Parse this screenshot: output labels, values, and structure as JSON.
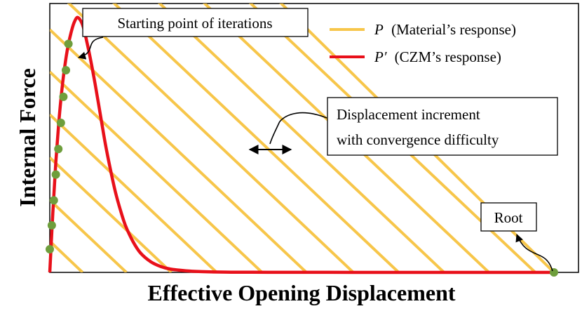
{
  "chart_data": {
    "type": "line",
    "title": "",
    "xlabel": "Effective Opening Displacement",
    "ylabel": "Internal Force",
    "xlim": [
      0,
      1
    ],
    "ylim": [
      0,
      1
    ],
    "grid": false,
    "legend_position": "top-right",
    "series": [
      {
        "name": "P (Material’s response)",
        "legend_symbol": "P",
        "legend_desc": "(Material’s response)",
        "color": "#F7C64A",
        "kind": "family of parallel lines",
        "lines": [
          {
            "x": [
              0,
              0.065
            ],
            "y": [
              0.116,
              0
            ]
          },
          {
            "x": [
              0,
              0.152
            ],
            "y": [
              0.269,
              0
            ]
          },
          {
            "x": [
              0,
              0.241
            ],
            "y": [
              0.427,
              0
            ]
          },
          {
            "x": [
              0,
              0.331
            ],
            "y": [
              0.587,
              0
            ]
          },
          {
            "x": [
              0,
              0.421
            ],
            "y": [
              0.746,
              0
            ]
          },
          {
            "x": [
              0,
              0.509
            ],
            "y": [
              0.903,
              0
            ]
          },
          {
            "x": [
              0,
              0.602
            ],
            "y": [
              1.068,
              0
            ]
          },
          {
            "x": [
              0,
              0.692
            ],
            "y": [
              1.227,
              0
            ]
          },
          {
            "x": [
              0,
              0.782
            ],
            "y": [
              1.387,
              0
            ]
          },
          {
            "x": [
              0,
              0.871
            ],
            "y": [
              1.545,
              0
            ]
          },
          {
            "x": [
              0,
              0.963
            ],
            "y": [
              1.707,
              0
            ]
          },
          {
            "x": [
              0.04,
              1.0
            ],
            "y": [
              1.775,
              0
            ]
          }
        ]
      },
      {
        "name": "P′ (CZM’s response)",
        "legend_symbol": "P′",
        "legend_desc": "(CZM’s response)",
        "color": "#E8101A",
        "kind": "curve",
        "x": [
          0,
          0.006,
          0.012,
          0.018,
          0.024,
          0.03,
          0.036,
          0.042,
          0.048,
          0.054,
          0.06,
          0.066,
          0.072,
          0.08,
          0.09,
          0.1,
          0.11,
          0.12,
          0.13,
          0.14,
          0.15,
          0.165,
          0.18,
          0.2,
          0.22,
          0.24,
          0.27,
          0.3,
          0.35,
          0.4,
          0.5,
          0.6,
          0.7,
          0.8,
          0.9,
          1.0
        ],
        "y": [
          0,
          0.22,
          0.41,
          0.56,
          0.68,
          0.77,
          0.84,
          0.89,
          0.928,
          0.948,
          0.94,
          0.915,
          0.87,
          0.8,
          0.7,
          0.59,
          0.48,
          0.385,
          0.3,
          0.232,
          0.175,
          0.115,
          0.072,
          0.04,
          0.022,
          0.012,
          0.006,
          0.003,
          0.001,
          0.0005,
          0.0002,
          0.0001,
          0,
          0,
          0,
          0
        ]
      }
    ],
    "iteration_points": {
      "color": "#6E9E3C",
      "x": [
        0.0,
        0.004,
        0.008,
        0.012,
        0.017,
        0.022,
        0.027,
        0.032,
        0.037,
        1.0
      ],
      "y": [
        0.086,
        0.175,
        0.268,
        0.364,
        0.459,
        0.556,
        0.653,
        0.752,
        0.85,
        0
      ]
    },
    "annotations": [
      {
        "text": "Starting point of iterations"
      },
      {
        "lines": [
          "Displacement increment",
          "with convergence difficulty"
        ]
      },
      {
        "text": "Root"
      }
    ]
  }
}
